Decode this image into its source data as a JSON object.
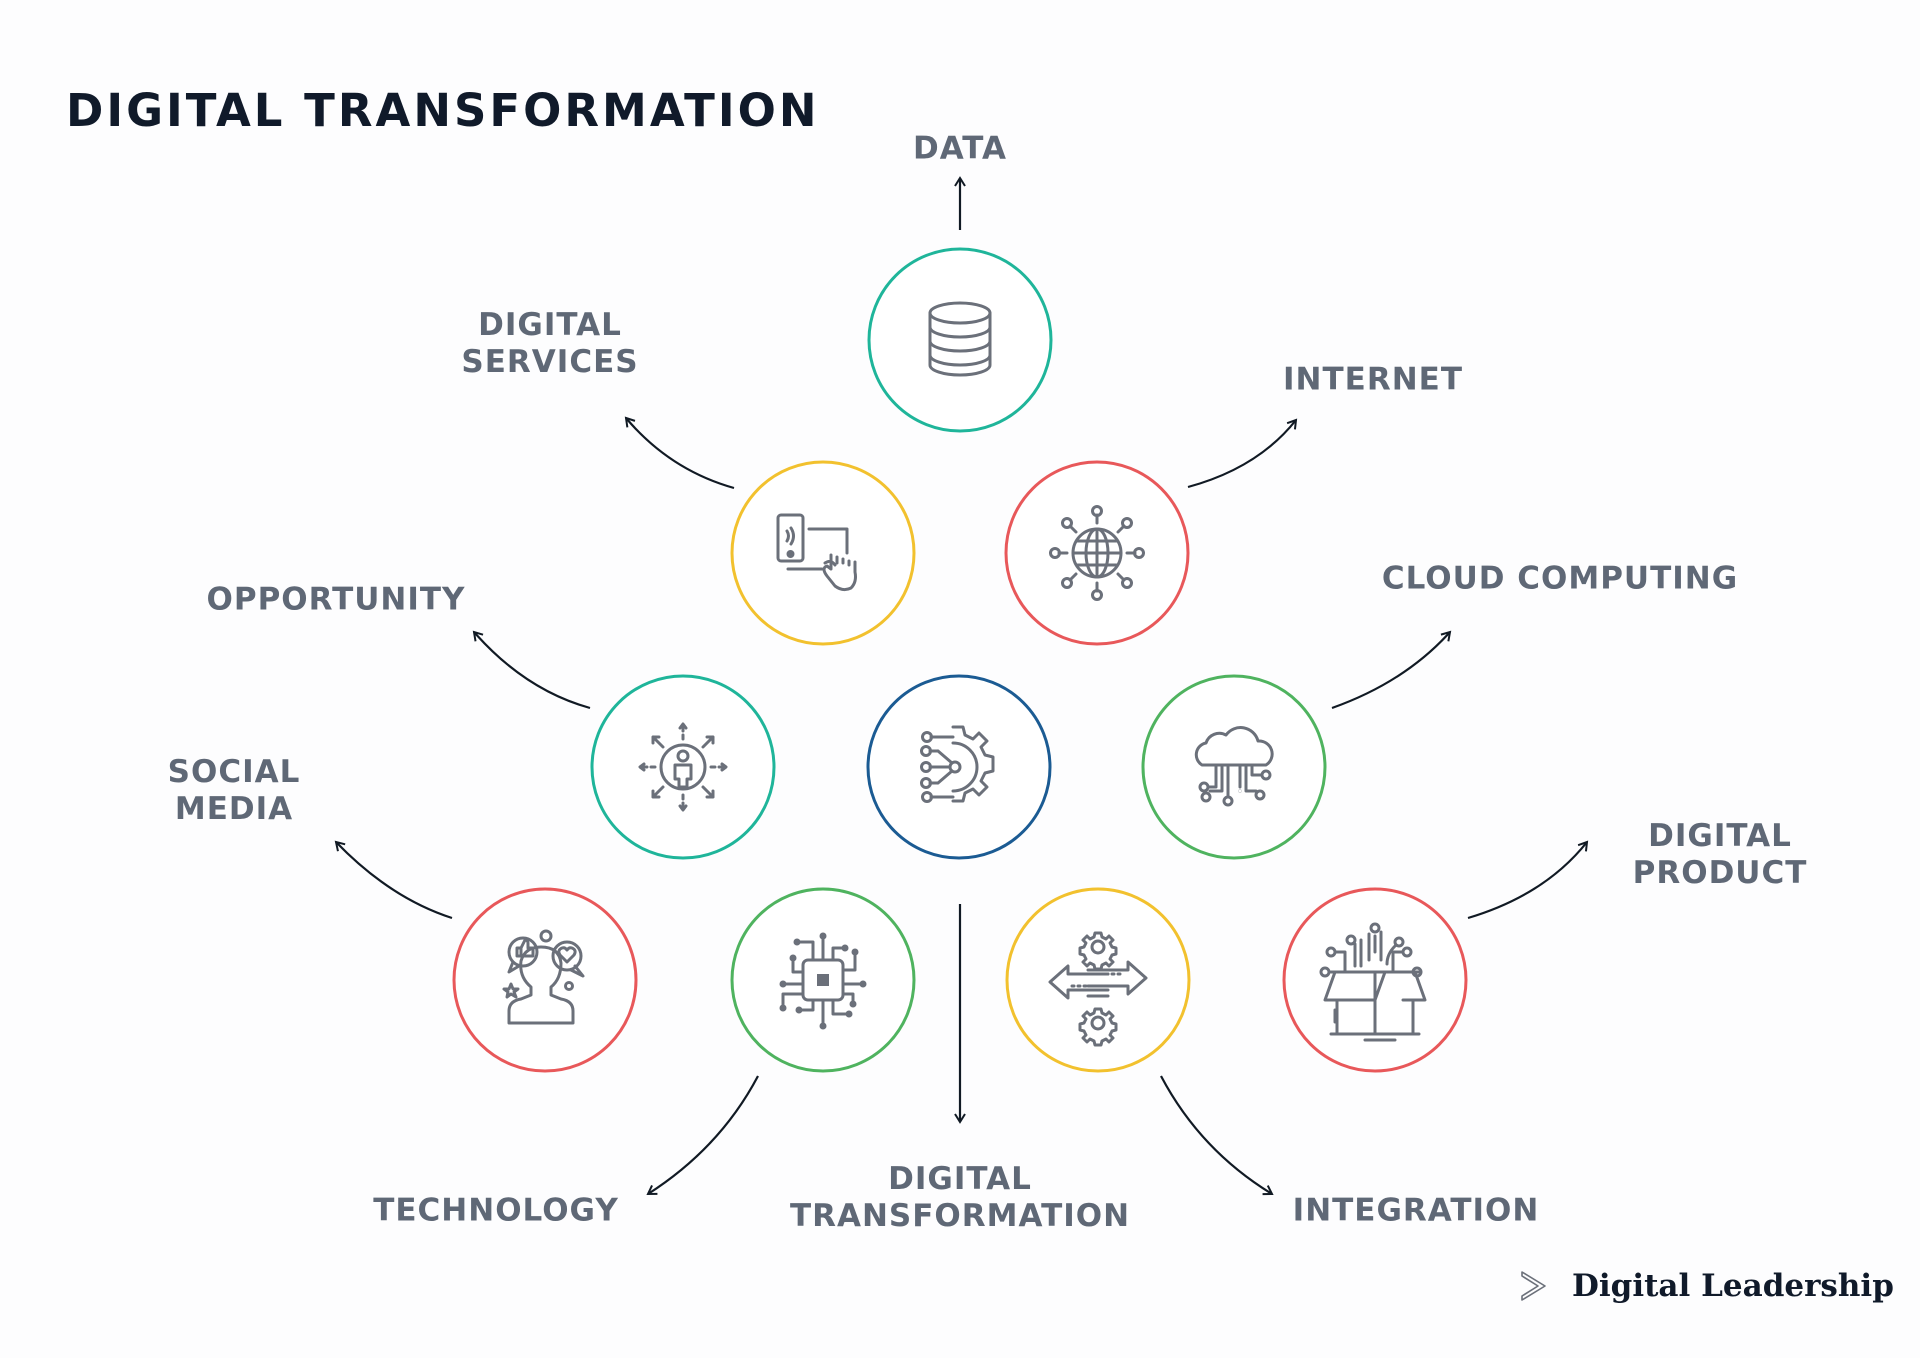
{
  "title": "DIGITAL TRANSFORMATION",
  "colors": {
    "teal": "#1fb59a",
    "yellow": "#f2c12e",
    "red": "#e8585a",
    "green": "#4fb35f",
    "blue": "#1b5b93",
    "icon": "#6b707a",
    "label": "#5f6876",
    "arrow": "#111a24"
  },
  "labels": {
    "data": "DATA",
    "digital_services": [
      "DIGITAL",
      "SERVICES"
    ],
    "internet": "INTERNET",
    "opportunity": "OPPORTUNITY",
    "cloud_computing": "CLOUD COMPUTING",
    "social_media": [
      "SOCIAL",
      "MEDIA"
    ],
    "digital_product": [
      "DIGITAL",
      "PRODUCT"
    ],
    "technology": "TECHNOLOGY",
    "digital_transformation": [
      "DIGITAL",
      "TRANSFORMATION"
    ],
    "integration": "INTEGRATION"
  },
  "nodes": [
    {
      "id": "data",
      "icon": "database-icon",
      "ring": "teal"
    },
    {
      "id": "digital-services",
      "icon": "touch-device-icon",
      "ring": "yellow"
    },
    {
      "id": "internet",
      "icon": "globe-network-icon",
      "ring": "red"
    },
    {
      "id": "opportunity",
      "icon": "person-arrows-icon",
      "ring": "teal"
    },
    {
      "id": "digital-transformation",
      "icon": "gear-circuit-icon",
      "ring": "blue"
    },
    {
      "id": "cloud-computing",
      "icon": "cloud-network-icon",
      "ring": "green"
    },
    {
      "id": "social-media",
      "icon": "social-person-icon",
      "ring": "red"
    },
    {
      "id": "technology",
      "icon": "chip-icon",
      "ring": "green"
    },
    {
      "id": "integration",
      "icon": "gears-exchange-icon",
      "ring": "yellow"
    },
    {
      "id": "digital-product",
      "icon": "open-box-circuit-icon",
      "ring": "red"
    }
  ],
  "footer": {
    "logo_text": "Digital Leadership",
    "logo_icon": "chevron-right-icon"
  }
}
